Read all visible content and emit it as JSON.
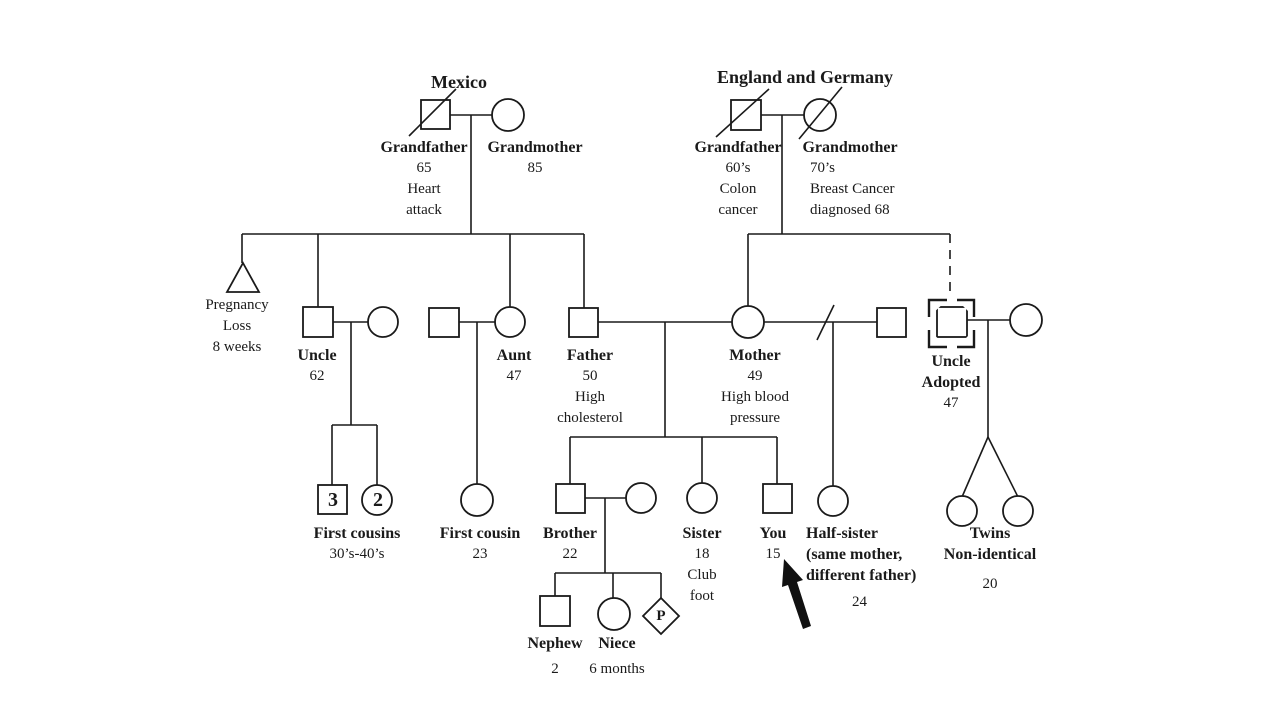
{
  "colors": {
    "background": "#ffffff",
    "ink": "#1a1a1a"
  },
  "titles": {
    "left": "Mexico",
    "right": "England and Germany"
  },
  "people": {
    "grandfather_mexico": {
      "name": "Grandfather",
      "details": [
        "65",
        "Heart",
        "attack"
      ]
    },
    "grandmother_mexico": {
      "name": "Grandmother",
      "details": [
        "85"
      ]
    },
    "grandfather_england": {
      "name": "Grandfather",
      "details": [
        "60’s",
        "Colon",
        "cancer"
      ]
    },
    "grandmother_england": {
      "name": "Grandmother",
      "details": [
        "70’s",
        "Breast Cancer",
        "diagnosed 68"
      ]
    },
    "pregnancy_loss": {
      "details": [
        "Pregnancy",
        "Loss",
        "8 weeks"
      ]
    },
    "uncle": {
      "name": "Uncle",
      "details": [
        "62"
      ]
    },
    "aunt": {
      "name": "Aunt",
      "details": [
        "47"
      ]
    },
    "father": {
      "name": "Father",
      "details": [
        "50",
        "High",
        "cholesterol"
      ]
    },
    "mother": {
      "name": "Mother",
      "details": [
        "49",
        "High blood",
        "pressure"
      ]
    },
    "uncle_adopted": {
      "name_lines": [
        "Uncle",
        "Adopted"
      ],
      "details": [
        "47"
      ]
    },
    "first_cousins": {
      "name": "First cousins",
      "details": [
        "30’s-40’s"
      ],
      "male_count": "3",
      "female_count": "2"
    },
    "first_cousin": {
      "name": "First cousin",
      "details": [
        "23"
      ]
    },
    "brother": {
      "name": "Brother",
      "details": [
        "22"
      ]
    },
    "sister": {
      "name": "Sister",
      "details": [
        "18",
        "Club",
        "foot"
      ]
    },
    "you": {
      "name": "You",
      "details": [
        "15"
      ]
    },
    "half_sister": {
      "name_lines": [
        "Half-sister",
        "(same mother,",
        "different father)"
      ],
      "details": [
        "24"
      ]
    },
    "twins": {
      "name_lines": [
        "Twins",
        "Non-identical"
      ],
      "details": [
        "20"
      ]
    },
    "nephew": {
      "name": "Nephew",
      "details": [
        "2"
      ]
    },
    "niece": {
      "name": "Niece",
      "details": [
        "6 months"
      ]
    },
    "pregnancy_symbol": {
      "letter": "P"
    }
  }
}
